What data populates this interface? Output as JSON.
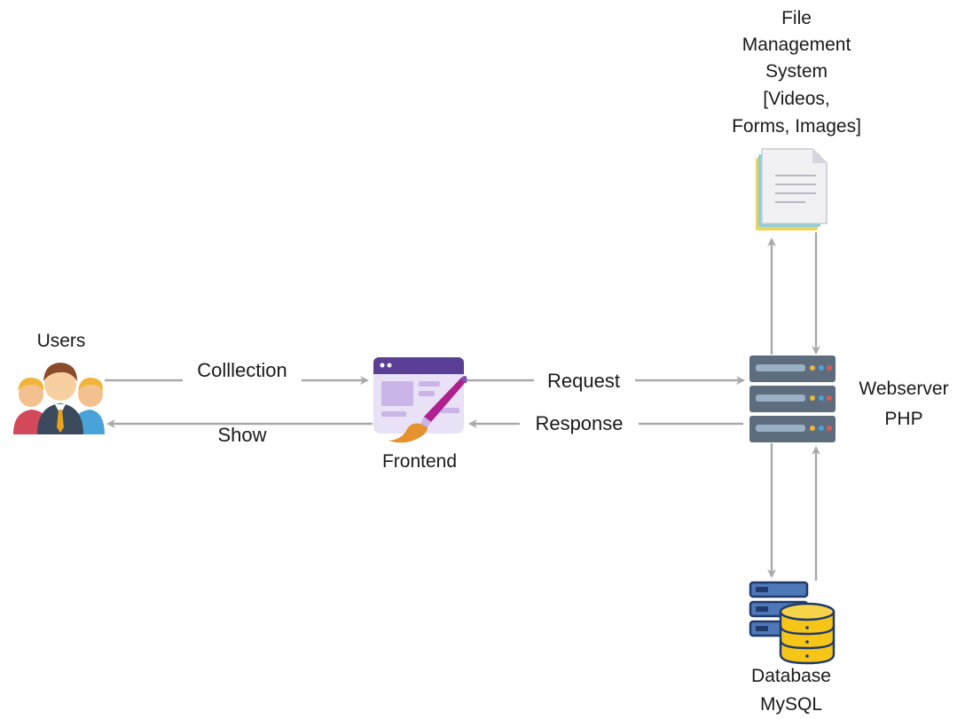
{
  "nodes": {
    "users": {
      "label": "Users",
      "icon": "users-group-icon"
    },
    "frontend": {
      "label": "Frontend",
      "icon": "web-design-icon"
    },
    "webserver": {
      "label_lines": [
        "Webserver",
        "PHP"
      ],
      "icon": "server-rack-icon"
    },
    "file_system": {
      "label_lines": [
        "File",
        "Management",
        "System",
        "[Videos,",
        "Forms, Images]"
      ],
      "icon": "documents-icon"
    },
    "database": {
      "label_lines": [
        "Database",
        "MySQL"
      ],
      "icon": "database-server-icon"
    }
  },
  "edges": {
    "collection": "Colllection",
    "show": "Show",
    "request": "Request",
    "response": "Response"
  },
  "colors": {
    "arrow": "#a9a9a9",
    "server_body": "#5d6d7e",
    "server_slot": "#9ab0c4",
    "db_yellow": "#f5c518",
    "db_navy": "#1f3a6b",
    "frontend_purple": "#7b52ab"
  }
}
